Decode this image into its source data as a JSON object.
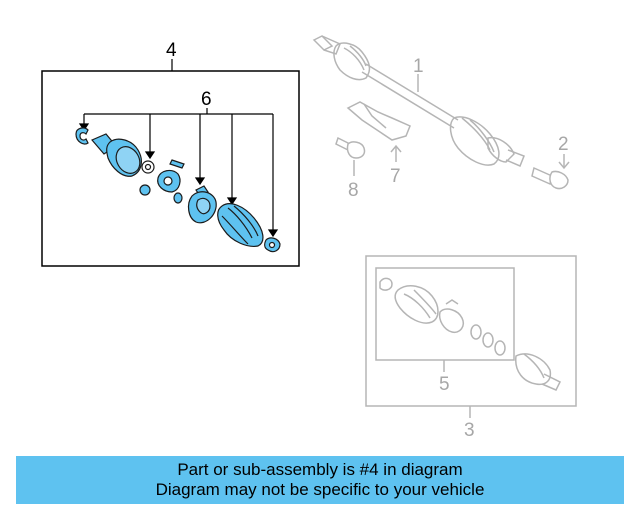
{
  "diagram": {
    "labels": {
      "callout_1": "1",
      "callout_2": "2",
      "callout_3": "3",
      "callout_4": "4",
      "callout_5": "5",
      "callout_6": "6",
      "callout_7": "7",
      "callout_8": "8"
    },
    "colors": {
      "highlight": "#5ec2f0",
      "part_fill": "#8fd3f4",
      "faded": "#b5b5b5"
    }
  },
  "banner": {
    "line1": "Part or sub-assembly is #4 in diagram",
    "line2": "Diagram may not be specific to your vehicle"
  }
}
